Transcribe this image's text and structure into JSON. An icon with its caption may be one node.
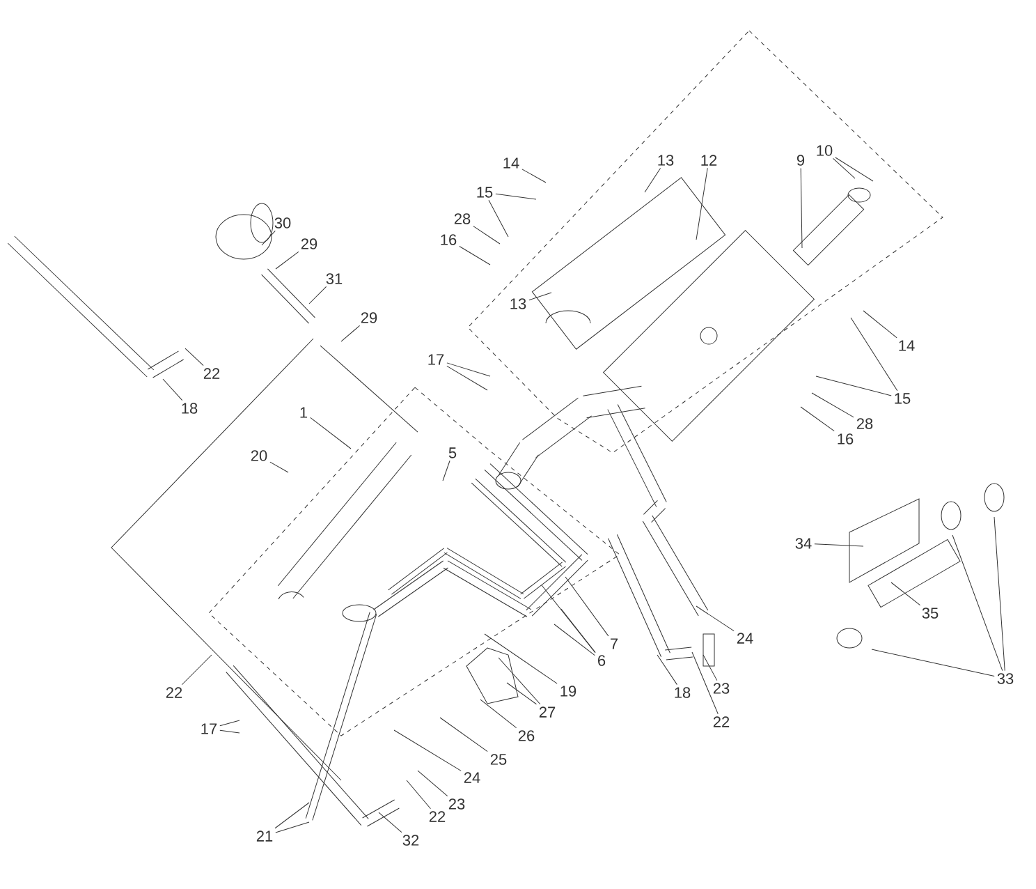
{
  "diagram": {
    "nodes": [
      {
        "text": [
          "10"
        ]
      },
      {
        "text": [
          "14"
        ]
      },
      {
        "text": [
          "13"
        ]
      },
      {
        "text": [
          "12"
        ]
      },
      {
        "text": [
          "9"
        ]
      },
      {
        "text": [
          "15"
        ]
      },
      {
        "text": [
          "28"
        ]
      },
      {
        "text": [
          "30"
        ]
      },
      {
        "text": [
          "16"
        ]
      },
      {
        "text": [
          "29"
        ]
      },
      {
        "text": [
          "31"
        ]
      },
      {
        "text": [
          "13"
        ]
      },
      {
        "text": [
          "29"
        ]
      },
      {
        "text": [
          "14"
        ]
      },
      {
        "text": [
          "17"
        ]
      },
      {
        "text": [
          "22"
        ]
      },
      {
        "text": [
          "15"
        ]
      },
      {
        "text": [
          "18"
        ]
      },
      {
        "text": [
          "1"
        ]
      },
      {
        "text": [
          "28"
        ]
      },
      {
        "text": [
          "16"
        ]
      },
      {
        "text": [
          "5"
        ]
      },
      {
        "text": [
          "20"
        ]
      },
      {
        "text": [
          "34"
        ]
      },
      {
        "text": [
          "35"
        ]
      },
      {
        "text": [
          "24"
        ]
      },
      {
        "text": [
          "7"
        ]
      },
      {
        "text": [
          "6"
        ]
      },
      {
        "text": [
          "33"
        ]
      },
      {
        "text": [
          "23"
        ]
      },
      {
        "text": [
          "19"
        ]
      },
      {
        "text": [
          "22"
        ]
      },
      {
        "text": [
          "18"
        ]
      },
      {
        "text": [
          "27"
        ]
      },
      {
        "text": [
          "22"
        ]
      },
      {
        "text": [
          "17"
        ]
      },
      {
        "text": [
          "26"
        ]
      },
      {
        "text": [
          "25"
        ]
      },
      {
        "text": [
          "24"
        ]
      },
      {
        "text": [
          "23"
        ]
      },
      {
        "text": [
          "22"
        ]
      },
      {
        "text": [
          "21"
        ]
      },
      {
        "text": [
          "32"
        ]
      }
    ],
    "edges": [
      {
        "from": 0,
        "to": null,
        "arrow": "none"
      },
      {
        "from": 0,
        "to": null,
        "arrow": "none"
      },
      {
        "from": 1,
        "to": null,
        "arrow": "none"
      },
      {
        "from": 2,
        "to": null,
        "arrow": "none"
      },
      {
        "from": 3,
        "to": null,
        "arrow": "none"
      },
      {
        "from": 4,
        "to": null,
        "arrow": "none"
      },
      {
        "from": 5,
        "to": null,
        "arrow": "none"
      },
      {
        "from": 5,
        "to": null,
        "arrow": "none"
      },
      {
        "from": 6,
        "to": null,
        "arrow": "none"
      },
      {
        "from": 7,
        "to": null,
        "arrow": "none"
      },
      {
        "from": 8,
        "to": null,
        "arrow": "none"
      },
      {
        "from": 9,
        "to": null,
        "arrow": "none"
      },
      {
        "from": 10,
        "to": null,
        "arrow": "none"
      },
      {
        "from": 11,
        "to": null,
        "arrow": "none"
      },
      {
        "from": 12,
        "to": null,
        "arrow": "none"
      },
      {
        "from": 13,
        "to": null,
        "arrow": "none"
      },
      {
        "from": 14,
        "to": null,
        "arrow": "none"
      },
      {
        "from": 14,
        "to": null,
        "arrow": "none"
      },
      {
        "from": 15,
        "to": null,
        "arrow": "none"
      },
      {
        "from": 16,
        "to": null,
        "arrow": "none"
      },
      {
        "from": 16,
        "to": null,
        "arrow": "none"
      },
      {
        "from": 17,
        "to": null,
        "arrow": "none"
      },
      {
        "from": 18,
        "to": null,
        "arrow": "none"
      },
      {
        "from": 19,
        "to": null,
        "arrow": "none"
      },
      {
        "from": 20,
        "to": null,
        "arrow": "none"
      },
      {
        "from": 21,
        "to": null,
        "arrow": "none"
      },
      {
        "from": 22,
        "to": null,
        "arrow": "none"
      },
      {
        "from": 23,
        "to": null,
        "arrow": "none"
      },
      {
        "from": 24,
        "to": null,
        "arrow": "none"
      },
      {
        "from": 25,
        "to": null,
        "arrow": "none"
      },
      {
        "from": 26,
        "to": null,
        "arrow": "none"
      },
      {
        "from": 27,
        "to": null,
        "arrow": "none"
      },
      {
        "from": 27,
        "to": null,
        "arrow": "none"
      },
      {
        "from": 27,
        "to": null,
        "arrow": "none"
      },
      {
        "from": 28,
        "to": null,
        "arrow": "none"
      },
      {
        "from": 28,
        "to": null,
        "arrow": "none"
      },
      {
        "from": 28,
        "to": null,
        "arrow": "none"
      },
      {
        "from": 29,
        "to": null,
        "arrow": "none"
      },
      {
        "from": 30,
        "to": null,
        "arrow": "none"
      },
      {
        "from": 31,
        "to": null,
        "arrow": "none"
      },
      {
        "from": 32,
        "to": null,
        "arrow": "none"
      },
      {
        "from": 33,
        "to": null,
        "arrow": "none"
      },
      {
        "from": 33,
        "to": null,
        "arrow": "none"
      },
      {
        "from": 34,
        "to": null,
        "arrow": "none"
      },
      {
        "from": 35,
        "to": null,
        "arrow": "none"
      },
      {
        "from": 35,
        "to": null,
        "arrow": "none"
      },
      {
        "from": 36,
        "to": null,
        "arrow": "none"
      },
      {
        "from": 37,
        "to": null,
        "arrow": "none"
      },
      {
        "from": 38,
        "to": null,
        "arrow": "none"
      },
      {
        "from": 39,
        "to": null,
        "arrow": "none"
      },
      {
        "from": 40,
        "to": null,
        "arrow": "none"
      },
      {
        "from": 41,
        "to": null,
        "arrow": "none"
      },
      {
        "from": 41,
        "to": null,
        "arrow": "none"
      },
      {
        "from": 42,
        "to": null,
        "arrow": "none"
      }
    ]
  }
}
